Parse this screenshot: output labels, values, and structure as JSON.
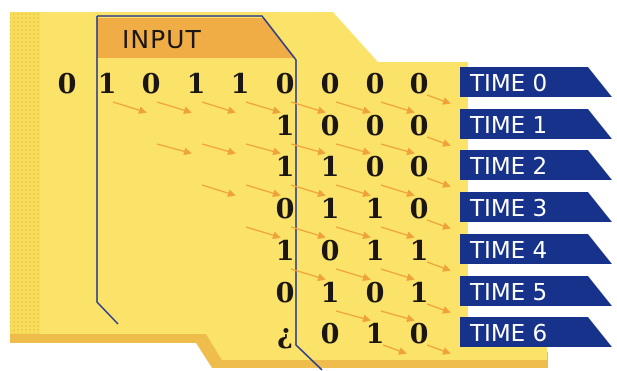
{
  "input_title": "INPUT",
  "rows": [
    {
      "label": "TIME 0",
      "cells": [
        "0",
        "1",
        "0",
        "1",
        "1",
        "0",
        "0",
        "0",
        "0"
      ]
    },
    {
      "label": "TIME 1",
      "cells": [
        "",
        "",
        "",
        "",
        "",
        "1",
        "0",
        "0",
        "0"
      ]
    },
    {
      "label": "TIME 2",
      "cells": [
        "",
        "",
        "",
        "",
        "",
        "1",
        "1",
        "0",
        "0"
      ]
    },
    {
      "label": "TIME 3",
      "cells": [
        "",
        "",
        "",
        "",
        "",
        "0",
        "1",
        "1",
        "0"
      ]
    },
    {
      "label": "TIME 4",
      "cells": [
        "",
        "",
        "",
        "",
        "",
        "1",
        "0",
        "1",
        "1"
      ]
    },
    {
      "label": "TIME 5",
      "cells": [
        "",
        "",
        "",
        "",
        "",
        "0",
        "1",
        "0",
        "1"
      ]
    },
    {
      "label": "TIME 6",
      "cells": [
        "",
        "",
        "",
        "",
        "",
        "¿",
        "0",
        "1",
        "0"
      ]
    }
  ],
  "colors": {
    "panel": "#fbe36a",
    "panel_dark": "#f4cf3f",
    "panel_shadow": "#e9b844",
    "input_tab": "#f0ad45",
    "label_bg": "#17328a",
    "frame_line": "#2c3f8f",
    "arrow": "#f0a23a",
    "digit": "#1b1613"
  }
}
